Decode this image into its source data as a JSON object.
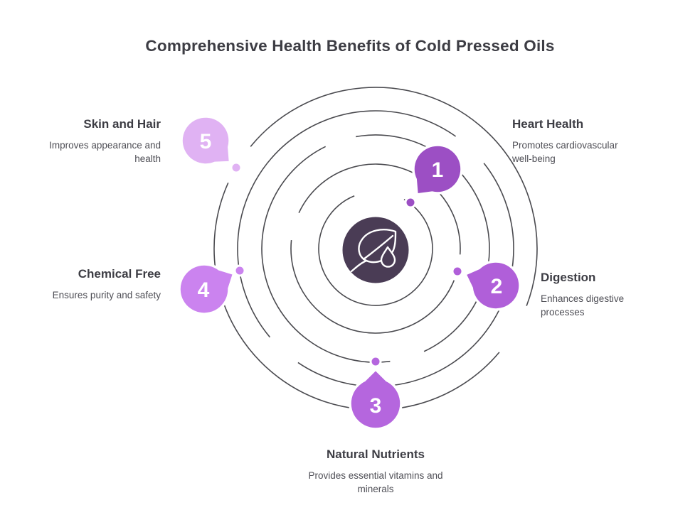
{
  "title": "Comprehensive Health Benefits of Cold Pressed Oils",
  "center": {
    "icon": "leaf-droplet-icon",
    "bg_color": "#4a3c55"
  },
  "orbit_color": "#4a4a4f",
  "items": [
    {
      "number": "1",
      "label": "Heart Health",
      "description": "Promotes cardiovascular well-being",
      "color": "#9c4fc4",
      "position": "top-right"
    },
    {
      "number": "2",
      "label": "Digestion",
      "description": "Enhances digestive processes",
      "color": "#b05fd9",
      "position": "right"
    },
    {
      "number": "3",
      "label": "Natural Nutrients",
      "description": "Provides essential vitamins and minerals",
      "color": "#b566de",
      "position": "bottom"
    },
    {
      "number": "4",
      "label": "Chemical Free",
      "description": "Ensures purity and safety",
      "color": "#cb83ef",
      "position": "left"
    },
    {
      "number": "5",
      "label": "Skin and Hair",
      "description": "Improves appearance and health",
      "color": "#e0b2f3",
      "position": "top-left"
    }
  ]
}
